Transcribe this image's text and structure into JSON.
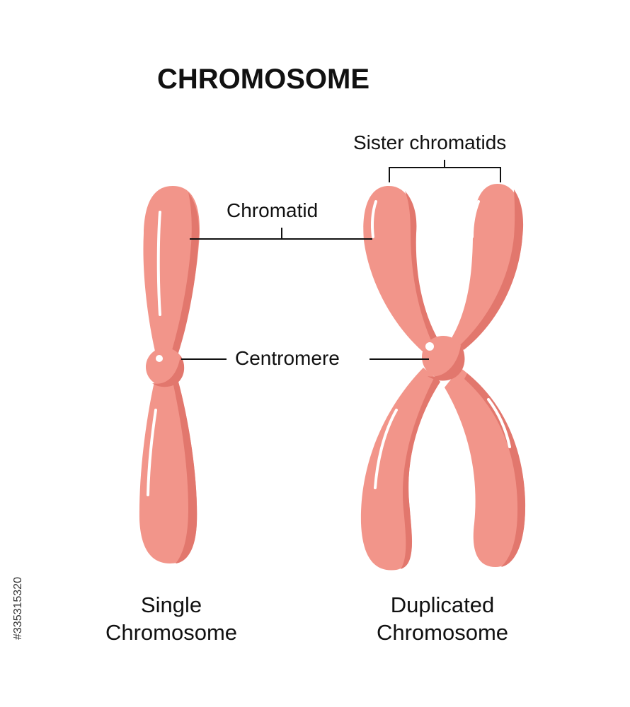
{
  "title": "CHROMOSOME",
  "labels": {
    "sister_chromatids": "Sister chromatids",
    "chromatid": "Chromatid",
    "centromere": "Centromere"
  },
  "captions": {
    "single_line1": "Single",
    "single_line2": "Chromosome",
    "duplicated_line1": "Duplicated",
    "duplicated_line2": "Chromosome"
  },
  "side_text": "#335315320",
  "colors": {
    "chromosome_fill": "#F2958A",
    "chromosome_shadow": "#E2776D",
    "highlight": "#FFFFFF"
  }
}
